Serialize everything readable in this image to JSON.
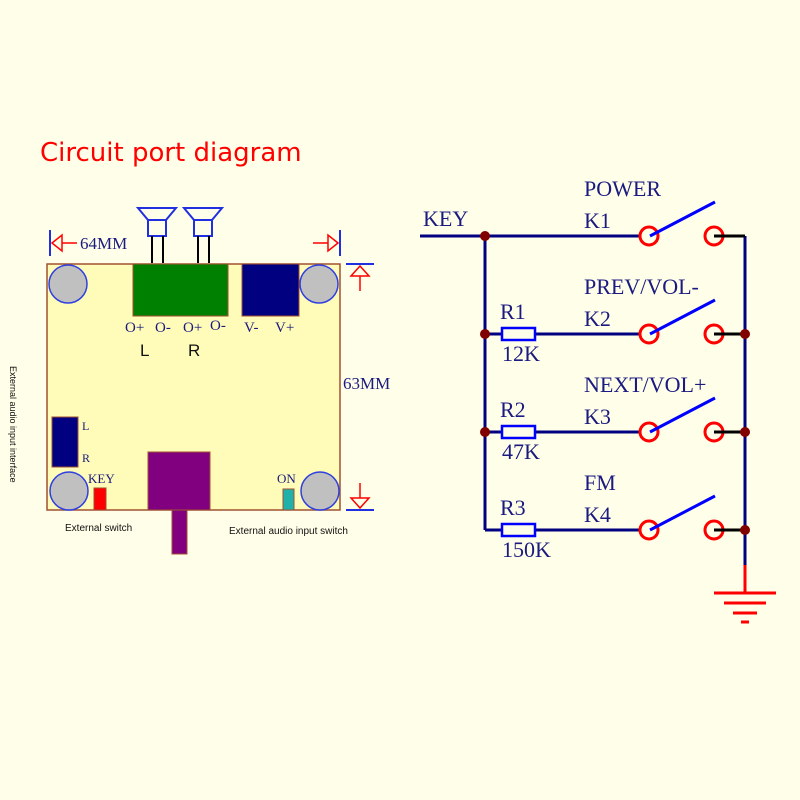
{
  "title": "Circuit port diagram",
  "board": {
    "width_label": "64MM",
    "height_label": "63MM",
    "speaker_pins": [
      "O+",
      "O-",
      "O+",
      "O-"
    ],
    "channel_labels": [
      "L",
      "R"
    ],
    "power_pins": [
      "V-",
      "V+"
    ],
    "audio_in_labels": [
      "L",
      "R"
    ],
    "key_label": "KEY",
    "on_label": "ON",
    "external_switch_caption": "External switch",
    "external_audio_switch_caption": "External audio input switch",
    "external_audio_interface_caption": "External audio input interface",
    "colors": {
      "board": "#fffbb8",
      "speaker_block": "#008000",
      "power_block": "#000080",
      "key_switch": "#ff0000",
      "on_switch": "#20b2aa",
      "jack": "#800080",
      "mount_hole": "#c0c0c0"
    }
  },
  "schematic": {
    "input_label": "KEY",
    "switches": [
      {
        "function": "POWER",
        "id": "K1",
        "resistor": null,
        "value": null
      },
      {
        "function": "PREV/VOL-",
        "id": "K2",
        "resistor": "R1",
        "value": "12K"
      },
      {
        "function": "NEXT/VOL+",
        "id": "K3",
        "resistor": "R2",
        "value": "47K"
      },
      {
        "function": "FM",
        "id": "K4",
        "resistor": "R3",
        "value": "150K"
      }
    ],
    "colors": {
      "wire": "#000080",
      "junction": "#800000",
      "contact": "#ff0000",
      "lever": "#0000ff",
      "ground": "#ff0000"
    }
  }
}
